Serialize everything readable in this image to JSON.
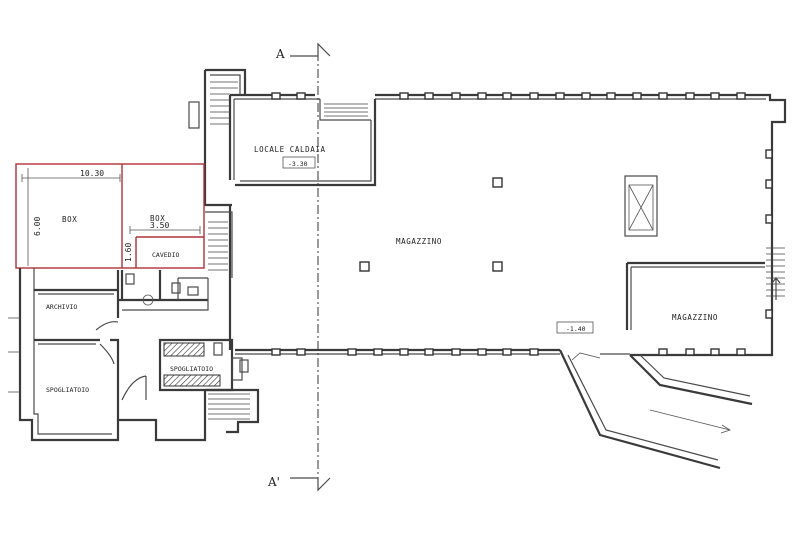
{
  "section_marks": {
    "top": "A",
    "bottom": "A'"
  },
  "rooms": {
    "locale_caldaia": "LOCALE CALDAIA",
    "magazzino_main": "MAGAZZINO",
    "magazzino_right": "MAGAZZINO",
    "box_large": "BOX",
    "box_small": "BOX",
    "cavedio": "CAVEDIO",
    "archivio": "ARCHIVIO",
    "spogliatoio_left": "SPOGLIATOIO",
    "spogliatoio_center": "SPOGLIATOIO"
  },
  "dimensions": {
    "box_width": "10.30",
    "box_depth": "6.00",
    "box_small_width": "3.50",
    "cavedio_width": "1.60"
  },
  "levels": {
    "locale_caldaia": "-3.30",
    "magazzino": "-1.40"
  },
  "colors": {
    "wall": "#3a3a3a",
    "highlight": "#b0303a",
    "background": "#ffffff"
  }
}
